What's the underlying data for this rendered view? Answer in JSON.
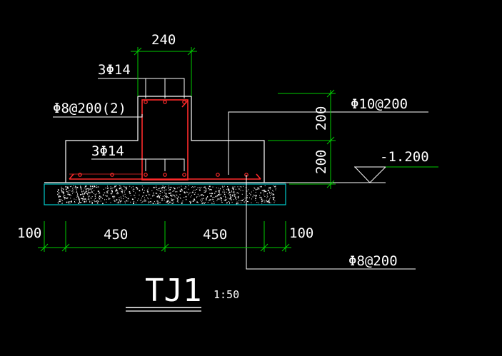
{
  "drawing": {
    "title": "TJ1",
    "scale": "1:50",
    "colors": {
      "background": "#000000",
      "outline": "#ffffff",
      "dimension": "#00cc00",
      "rebar": "#ff2a2a",
      "cushion": "#00cccc",
      "text": "#ffffff"
    }
  },
  "dimensions": {
    "top_width": "240",
    "upper_height": "200",
    "lower_height": "200",
    "left_edge": "100",
    "left_half": "450",
    "right_half": "450",
    "right_edge": "100"
  },
  "annotations": {
    "top_bars": "3Φ14",
    "stirrups": "Φ8@200(2)",
    "middle_bars": "3Φ14",
    "distribution_bars": "Φ10@200",
    "bottom_bars": "Φ8@200",
    "elevation": "-1.200"
  }
}
